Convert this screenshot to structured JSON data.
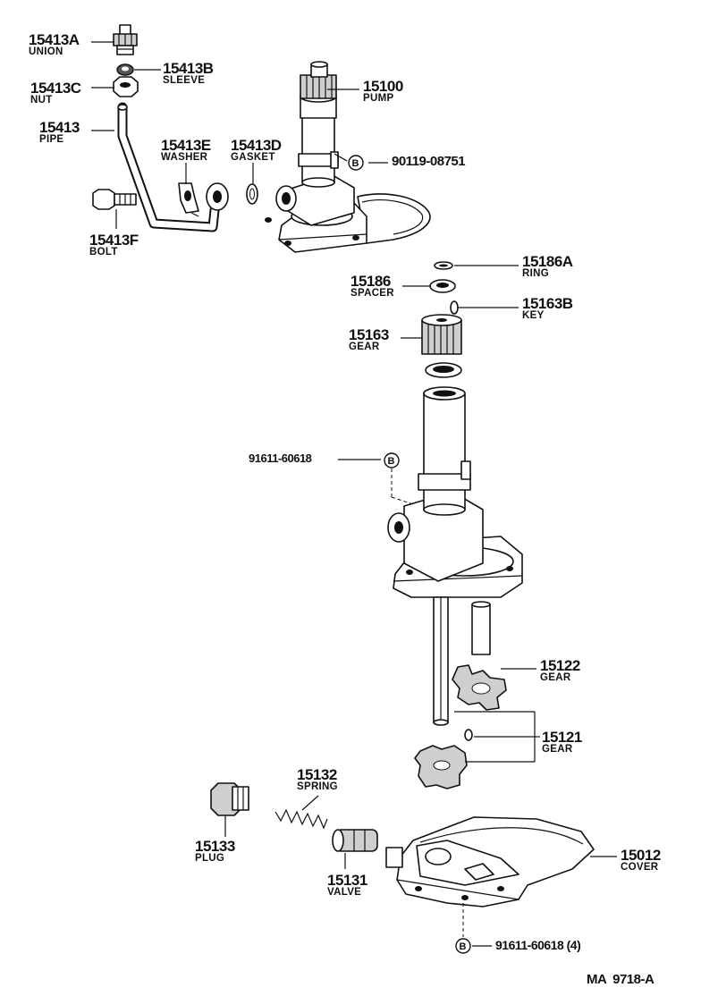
{
  "parts": {
    "p15413A": {
      "number": "15413A",
      "name": "UNION"
    },
    "p15413B": {
      "number": "15413B",
      "name": "SLEEVE"
    },
    "p15413C": {
      "number": "15413C",
      "name": "NUT"
    },
    "p15413": {
      "number": "15413",
      "name": "PIPE"
    },
    "p15413E": {
      "number": "15413E",
      "name": "WASHER"
    },
    "p15413D": {
      "number": "15413D",
      "name": "GASKET"
    },
    "p15413F": {
      "number": "15413F",
      "name": "BOLT"
    },
    "p15100": {
      "number": "15100",
      "name": "PUMP"
    },
    "p15186A": {
      "number": "15186A",
      "name": "RING"
    },
    "p15186": {
      "number": "15186",
      "name": "SPACER"
    },
    "p15163B": {
      "number": "15163B",
      "name": "KEY"
    },
    "p15163": {
      "number": "15163",
      "name": "GEAR"
    },
    "p15122": {
      "number": "15122",
      "name": "GEAR"
    },
    "p15121": {
      "number": "15121",
      "name": "GEAR"
    },
    "p15132": {
      "number": "15132",
      "name": "SPRING"
    },
    "p15133": {
      "number": "15133",
      "name": "PLUG"
    },
    "p15131": {
      "number": "15131",
      "name": "VALVE"
    },
    "p15012": {
      "number": "15012",
      "name": "COVER"
    }
  },
  "bolts": {
    "b1": {
      "marker": "B",
      "number": "90119-08751"
    },
    "b2": {
      "marker": "B",
      "number": "91611-60618"
    },
    "b3": {
      "marker": "B",
      "number": "91611-60618 (4)"
    }
  },
  "footer": {
    "code": "MA  9718-A"
  }
}
